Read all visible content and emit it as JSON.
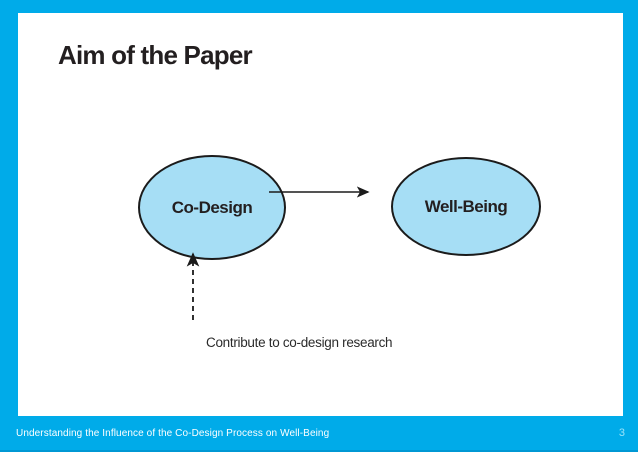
{
  "slide": {
    "title": "Aim of the Paper",
    "footer": {
      "deck_title": "Understanding the Influence of the Co-Design Process on Well-Being",
      "page_number": "3"
    }
  },
  "diagram": {
    "nodes": [
      {
        "id": "co-design",
        "label": "Co-Design"
      },
      {
        "id": "well-being",
        "label": "Well-Being"
      }
    ],
    "edges": [
      {
        "from": "co-design",
        "to": "well-being",
        "style": "solid-arrow"
      },
      {
        "from": "caption",
        "to": "co-design",
        "style": "dashed-arrow"
      }
    ],
    "caption": "Contribute to co-design research"
  },
  "colors": {
    "frame_cyan": "#00ABE9",
    "node_fill": "#A6DEF5",
    "node_stroke": "#1B1B1B",
    "title_text": "#231F20",
    "footer_text": "#FFFFFF",
    "page_number_text": "#99E2F8"
  }
}
